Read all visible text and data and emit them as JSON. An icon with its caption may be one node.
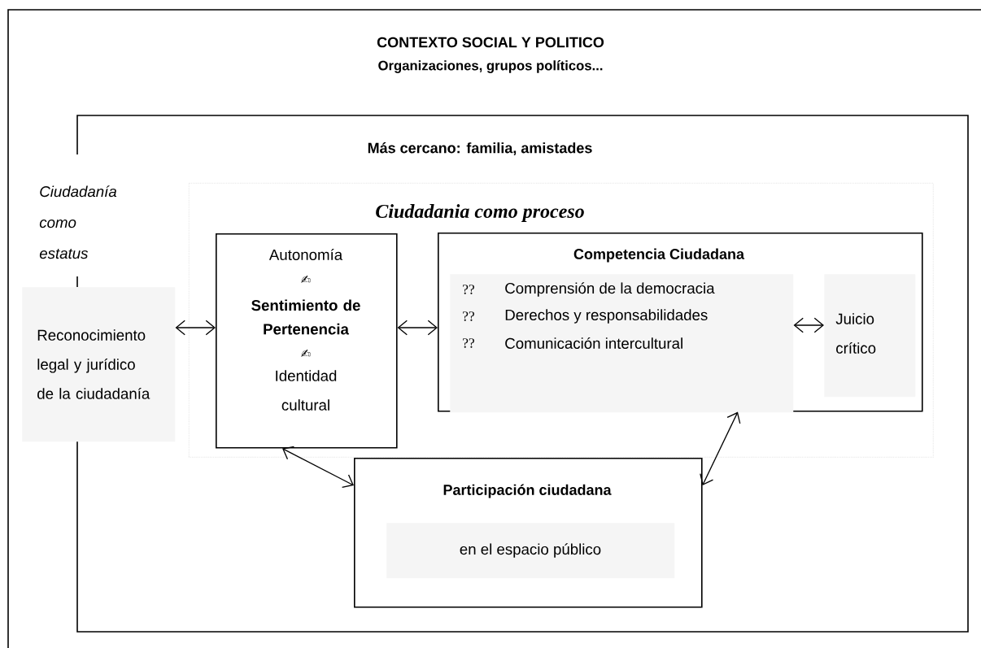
{
  "diagram": {
    "nodes": [
      {
        "text": [
          "CONTEXTO SOCIAL Y POLITICO",
          "Organizaciones, grupos políticos..."
        ]
      },
      {
        "text": [
          "Más cercano: familia, amistades"
        ],
        "in": 0
      },
      {
        "text": [
          "Ciudadania como proceso"
        ],
        "in": 1
      },
      {
        "text": [
          "Reconocimiento legal y jurídico de la ciudadanía"
        ],
        "in": 0
      },
      {
        "text": [
          "Autonomía",
          "✍",
          "Sentimiento de Pertenencia",
          "✍",
          "Identidad cultural"
        ],
        "in": 2
      },
      {
        "text": [
          "Competencia Ciudadana"
        ],
        "in": 2
      },
      {
        "text": [
          "??",
          "Comprensión de la democracia",
          "??",
          "Derechos y responsabilidades",
          "??",
          "Comunicación intercultural"
        ],
        "in": 5
      },
      {
        "text": [
          "Juicio crítico"
        ],
        "in": 5
      },
      {
        "text": [
          "Participación ciudadana"
        ],
        "in": 1
      },
      {
        "text": [
          "en el espacio público"
        ],
        "in": 8
      }
    ],
    "edges": [
      {
        "from": 3,
        "to": 4,
        "arrow": "both"
      },
      {
        "from": 4,
        "to": 5,
        "arrow": "both"
      },
      {
        "from": 6,
        "to": 7,
        "arrow": "both"
      },
      {
        "from": 4,
        "to": 8,
        "arrow": "both"
      },
      {
        "from": 8,
        "to": 5,
        "arrow": "both"
      }
    ],
    "labels": [
      "Ciudadanía como estatus"
    ]
  }
}
